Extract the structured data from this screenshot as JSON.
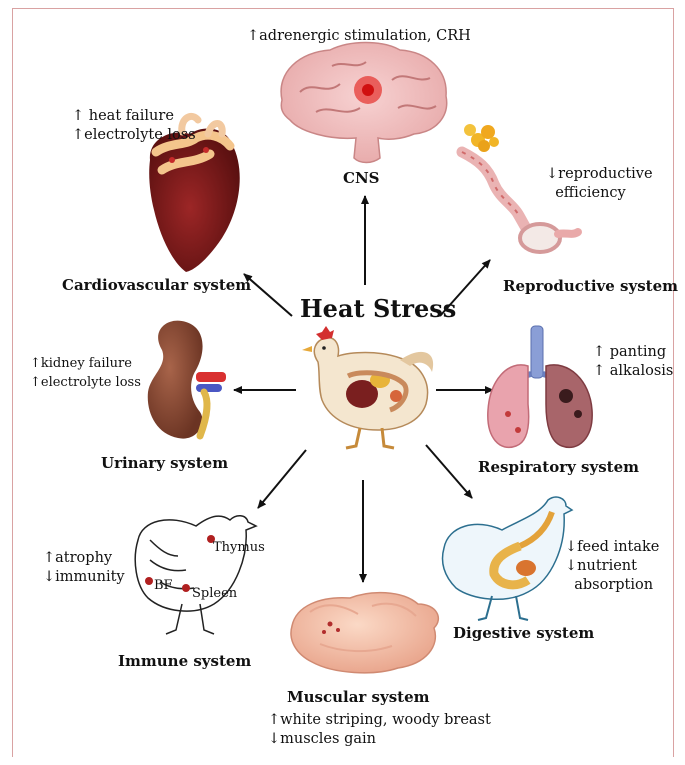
{
  "center": {
    "title": "Heat Stress"
  },
  "systems": {
    "cns": {
      "label": "CNS",
      "effect": "↑adrenergic stimulation, CRH"
    },
    "cardiovascular": {
      "label": "Cardiovascular system",
      "effect": "↑ heat failure\n↑electrolyte loss"
    },
    "reproductive": {
      "label": "Reproductive system",
      "effect": "↓reproductive\n  efficiency"
    },
    "urinary": {
      "label": "Urinary system",
      "effect": "↑kidney failure\n↑electrolyte loss"
    },
    "respiratory": {
      "label": "Respiratory system",
      "effect": "↑ panting\n↑ alkalosis"
    },
    "immune": {
      "label": "Immune system",
      "effect": "↑atrophy\n↓immunity",
      "organs": {
        "thymus": "Thymus",
        "bf": "BF",
        "spleen": "Spleen"
      }
    },
    "digestive": {
      "label": "Digestive system",
      "effect": "↓feed intake\n↓nutrient\n  absorption"
    },
    "muscular": {
      "label": "Muscular system",
      "effect": "↑white striping, woody breast\n↓muscles gain"
    }
  }
}
